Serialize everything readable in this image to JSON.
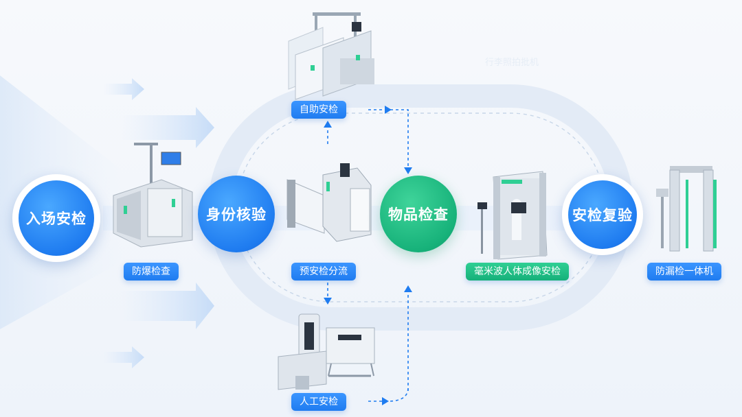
{
  "nodes": {
    "entry": "入场安检",
    "identity": "身份核验",
    "items": "物品检查",
    "recheck": "安检复验"
  },
  "labels": {
    "self_check": "自助安检",
    "explosive": "防爆检查",
    "pre_check": "预安检分流",
    "mmwave": "毫米波人体成像安检",
    "leak_check": "防漏检一体机",
    "manual": "人工安检",
    "faint_top": "行李照拍批机"
  },
  "colors": {
    "blue": "#1f7cf0",
    "green": "#17b27a",
    "track": "#dfe8f4"
  }
}
